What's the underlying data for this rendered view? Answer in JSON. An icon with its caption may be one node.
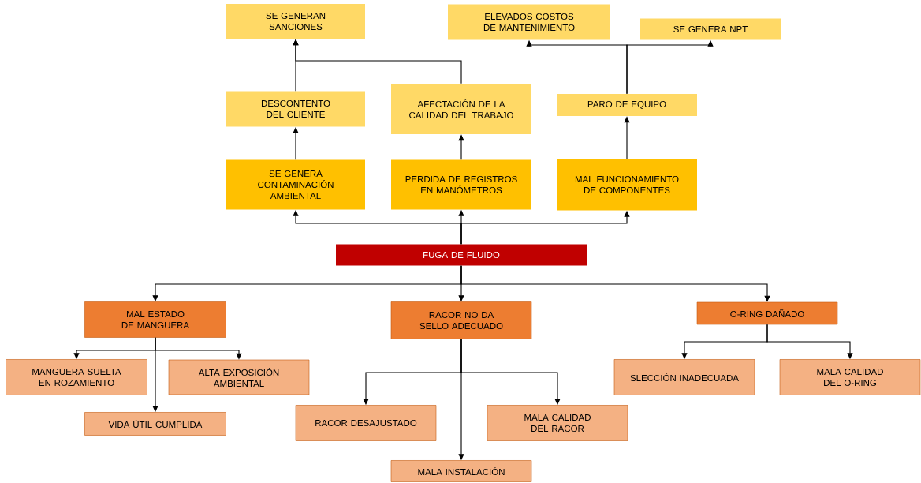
{
  "diagram": {
    "nodes": [
      {
        "text": [
          "SE GENERAN SANCIONES"
        ]
      },
      {
        "text": [
          "ELEVADOS COSTOS DE MANTENIMIENTO"
        ]
      },
      {
        "text": [
          "SE GENERA NPT"
        ]
      },
      {
        "text": [
          "DESCONTENTO DEL CLIENTE"
        ]
      },
      {
        "text": [
          "AFECTACIÓN DE LA CALIDAD DEL TRABAJO"
        ]
      },
      {
        "text": [
          "PARO DE EQUIPO"
        ]
      },
      {
        "text": [
          "SE GENERA CONTAMINACIÓN AMBIENTAL"
        ]
      },
      {
        "text": [
          "PERDIDA DE REGISTROS EN MANÓMETROS"
        ]
      },
      {
        "text": [
          "MAL FUNCIONAMIENTO DE COMPONENTES"
        ]
      },
      {
        "text": [
          "FUGA DE FLUIDO"
        ]
      },
      {
        "text": [
          "MAL ESTADO DE MANGUERA"
        ]
      },
      {
        "text": [
          "RACOR NO DA SELLO ADECUADO"
        ]
      },
      {
        "text": [
          "O-RING DAÑADO"
        ]
      },
      {
        "text": [
          "MANGUERA SUELTA EN ROZAMIENTO"
        ]
      },
      {
        "text": [
          "ALTA EXPOSICIÓN AMBIENTAL"
        ]
      },
      {
        "text": [
          "VIDA ÚTIL CUMPLIDA"
        ]
      },
      {
        "text": [
          "SLECCIÓN INADECUADA"
        ]
      },
      {
        "text": [
          "MALA CALIDAD DEL O-RING"
        ]
      },
      {
        "text": [
          "RACOR DESAJUSTADO"
        ]
      },
      {
        "text": [
          "MALA CALIDAD DEL RACOR"
        ]
      },
      {
        "text": [
          "MALA INSTALACIÓN"
        ]
      }
    ],
    "edges": [
      {
        "from": 6,
        "to": 3,
        "arrow": "to"
      },
      {
        "from": 3,
        "to": 0,
        "arrow": "to"
      },
      {
        "from": 4,
        "to": 0,
        "arrow": "to"
      },
      {
        "from": 7,
        "to": 4,
        "arrow": "to"
      },
      {
        "from": 8,
        "to": 5,
        "arrow": "to"
      },
      {
        "from": 5,
        "to": 1,
        "arrow": "to"
      },
      {
        "from": 5,
        "to": 2,
        "arrow": "to"
      },
      {
        "from": 9,
        "to": 6,
        "arrow": "to"
      },
      {
        "from": 9,
        "to": 7,
        "arrow": "to"
      },
      {
        "from": 9,
        "to": 8,
        "arrow": "to"
      },
      {
        "from": 9,
        "to": 10,
        "arrow": "to"
      },
      {
        "from": 9,
        "to": 11,
        "arrow": "to"
      },
      {
        "from": 9,
        "to": 12,
        "arrow": "to"
      },
      {
        "from": 10,
        "to": 13,
        "arrow": "to"
      },
      {
        "from": 10,
        "to": 14,
        "arrow": "to"
      },
      {
        "from": 10,
        "to": 15,
        "arrow": "to"
      },
      {
        "from": 11,
        "to": 18,
        "arrow": "to"
      },
      {
        "from": 11,
        "to": 19,
        "arrow": "to"
      },
      {
        "from": 11,
        "to": 20,
        "arrow": "to"
      },
      {
        "from": 12,
        "to": 16,
        "arrow": "to"
      },
      {
        "from": 12,
        "to": 17,
        "arrow": "to"
      }
    ]
  }
}
